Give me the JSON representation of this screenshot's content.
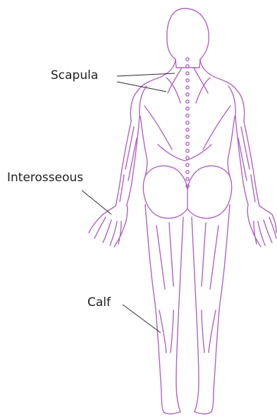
{
  "labels": {
    "scapula": "Scapula",
    "interosseous": "Interosseous",
    "calf": "Calf"
  },
  "colors": {
    "outline": "#b064c4",
    "fill": "#ffffff",
    "leader_line": "#2a2a2a",
    "label_text": "#1f1f1f"
  },
  "icons": {
    "figure": "human-muscle-back-view"
  }
}
